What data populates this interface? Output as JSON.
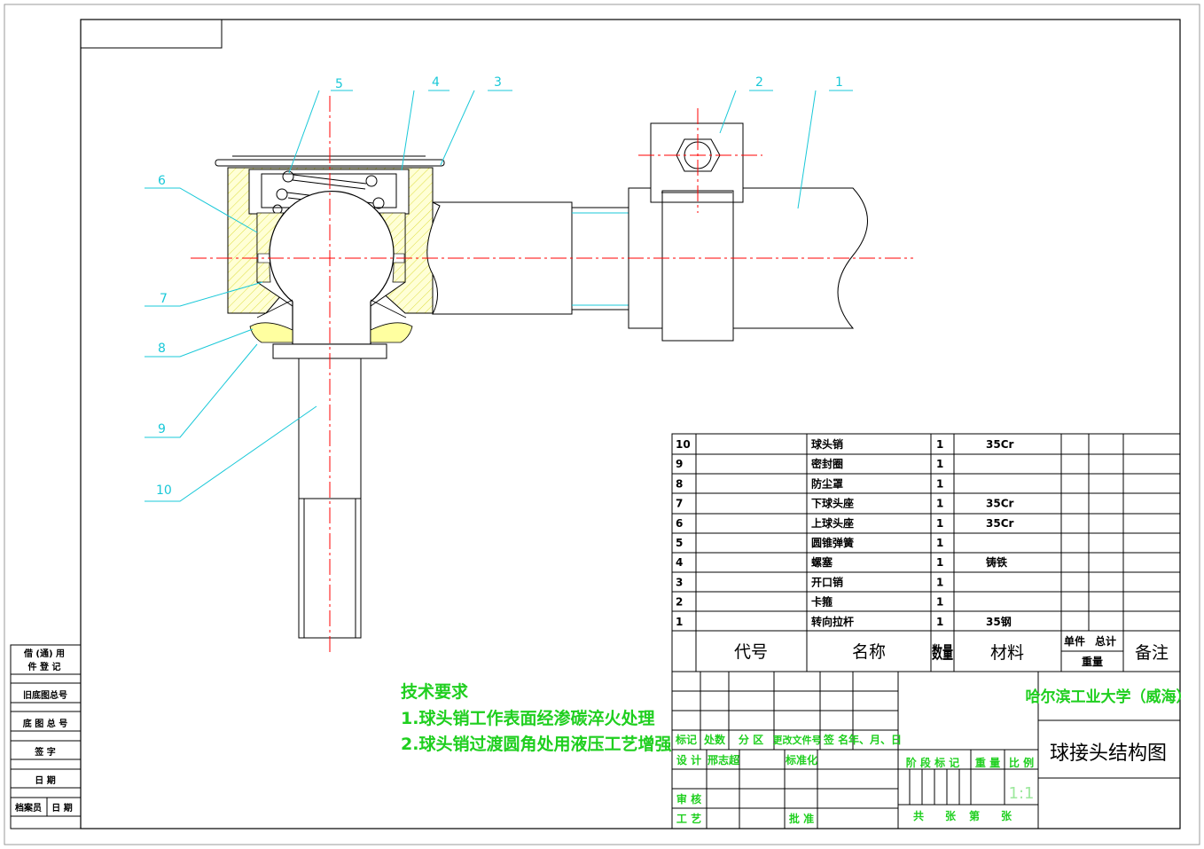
{
  "sheet": {
    "left_strip": [
      {
        "key": "borrow",
        "line1": "借 (通) 用",
        "line2": "件 登 记"
      },
      {
        "key": "old_base_no",
        "line1": "旧底图总号"
      },
      {
        "key": "base_no",
        "line1": "底 图 总 号"
      },
      {
        "key": "signature",
        "line1": "签    字"
      },
      {
        "key": "date",
        "line1": "日    期"
      },
      {
        "key": "archivist",
        "line1": "档案员",
        "line2": "日 期"
      }
    ]
  },
  "callouts": [
    "1",
    "2",
    "3",
    "4",
    "5",
    "6",
    "7",
    "8",
    "9",
    "10"
  ],
  "tech_requirements": {
    "title": "技术要求",
    "items": [
      "1.球头销工作表面经渗碳淬火处理",
      "2.球头销过渡圆角处用液压工艺增强"
    ]
  },
  "bom": {
    "rows": [
      {
        "no": "10",
        "name": "球头销",
        "qty": "1",
        "material": "35Cr"
      },
      {
        "no": "9",
        "name": "密封圈",
        "qty": "1",
        "material": ""
      },
      {
        "no": "8",
        "name": "防尘罩",
        "qty": "1",
        "material": ""
      },
      {
        "no": "7",
        "name": "下球头座",
        "qty": "1",
        "material": "35Cr"
      },
      {
        "no": "6",
        "name": "上球头座",
        "qty": "1",
        "material": "35Cr"
      },
      {
        "no": "5",
        "name": "圆锥弹簧",
        "qty": "1",
        "material": ""
      },
      {
        "no": "4",
        "name": "螺塞",
        "qty": "1",
        "material": "铸铁"
      },
      {
        "no": "3",
        "name": "开口销",
        "qty": "1",
        "material": ""
      },
      {
        "no": "2",
        "name": "卡箍",
        "qty": "1",
        "material": ""
      },
      {
        "no": "1",
        "name": "转向拉杆",
        "qty": "1",
        "material": "35钢"
      }
    ],
    "header": {
      "code": "代号",
      "name": "名称",
      "qty": "数量",
      "material": "材料",
      "unit": "单件",
      "total": "总计",
      "weight": "重量",
      "remark": "备注"
    }
  },
  "title_block": {
    "school": "哈尔滨工业大学（威海）",
    "drawing_title": "球接头结构图",
    "labels": {
      "mark": "标记",
      "count": "处数",
      "zone": "分 区",
      "change_doc": "更改文件号",
      "sign": "签 名",
      "date": "年、月、日",
      "design": "设 计",
      "designer": "邢志超",
      "standard": "标准化",
      "review": "审 核",
      "process": "工 艺",
      "approve": "批 准",
      "stage_mark": "阶 段 标 记",
      "weight": "重 量",
      "scale": "比 例",
      "sheets_total": "共",
      "sheets_unit": "张",
      "sheet_no": "第",
      "sheet_unit2": "张"
    },
    "scale_value": "1:1"
  },
  "colors": {
    "line": "#000000",
    "center": "#ff0000",
    "leader": "#19c8d8",
    "hatch": "#e6e650",
    "fill": "#ffffd0",
    "text_green": "#1fcf1f"
  }
}
